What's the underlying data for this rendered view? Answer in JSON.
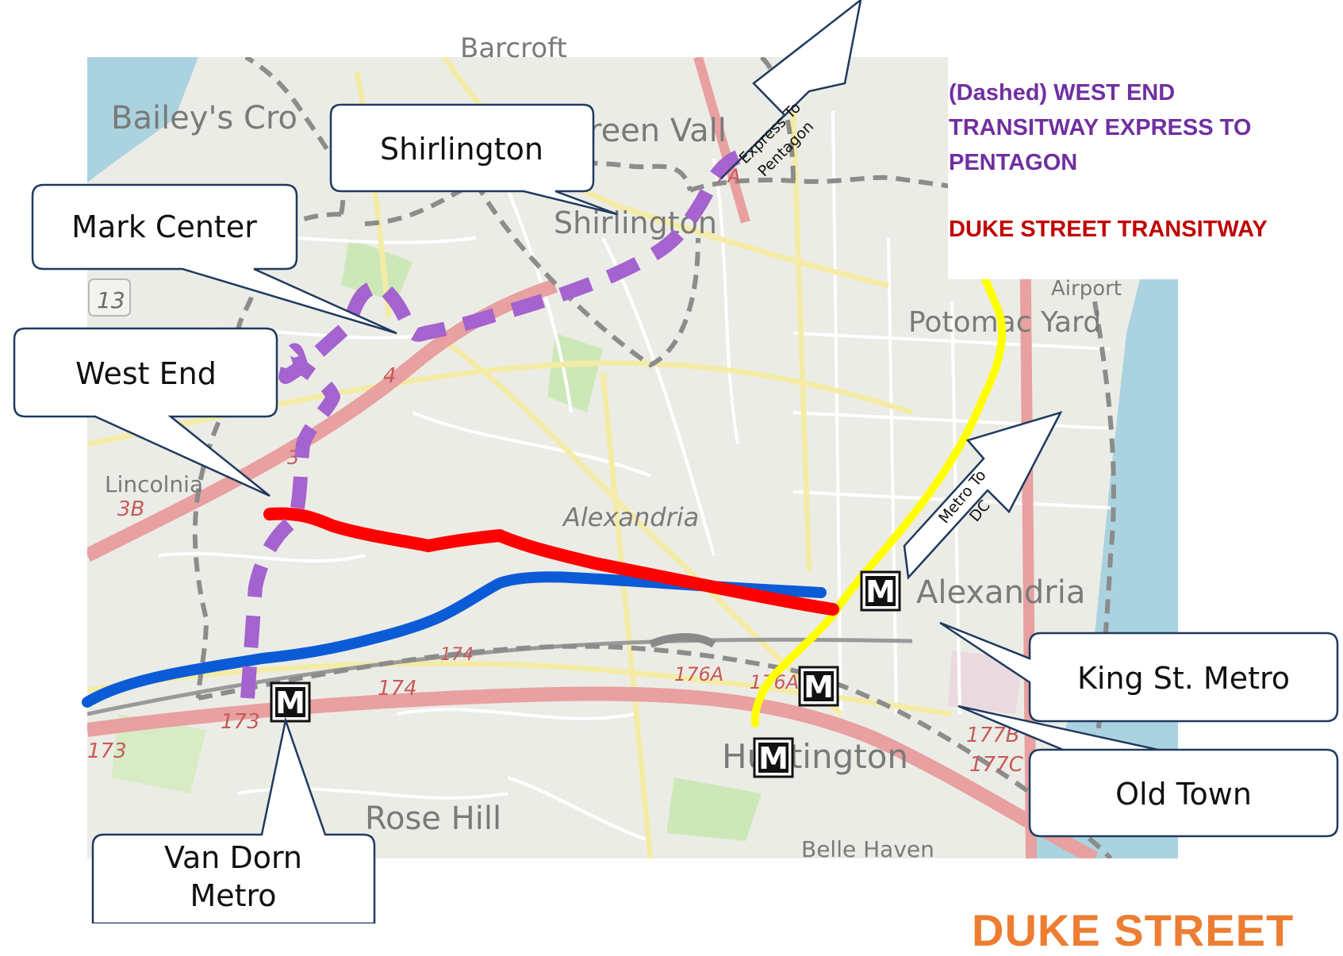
{
  "map": {
    "place_labels": [
      {
        "id": "baileys",
        "text": "Bailey's Cro"
      },
      {
        "id": "greenvalley",
        "text": "reen Vall"
      },
      {
        "id": "barcroft",
        "text": "Barcroft"
      },
      {
        "id": "shirlington",
        "text": "Shirlington"
      },
      {
        "id": "lincolnia",
        "text": "Lincolnia"
      },
      {
        "id": "alexandria",
        "text": "Alexandria"
      },
      {
        "id": "alexandria_east",
        "text": "Alexandria"
      },
      {
        "id": "potomac_yard",
        "text": "Potomac Yard"
      },
      {
        "id": "airport",
        "text": "Airport"
      },
      {
        "id": "huntington",
        "text": "Huntington"
      },
      {
        "id": "rose_hill",
        "text": "Rose Hill"
      },
      {
        "id": "belle_haven",
        "text": "Belle Haven"
      }
    ],
    "road_labels": [
      {
        "id": "r_3b",
        "text": "3B"
      },
      {
        "id": "r_4",
        "text": "4"
      },
      {
        "id": "r_3",
        "text": "3"
      },
      {
        "id": "r_7a",
        "text": "7A"
      },
      {
        "id": "r_13",
        "text": "13"
      },
      {
        "id": "r_173a",
        "text": "173"
      },
      {
        "id": "r_173b",
        "text": "173"
      },
      {
        "id": "r_174a",
        "text": "174"
      },
      {
        "id": "r_174b",
        "text": "174"
      },
      {
        "id": "r_176a",
        "text": "176A"
      },
      {
        "id": "r_176b",
        "text": "176A"
      },
      {
        "id": "r_177b",
        "text": "177B"
      },
      {
        "id": "r_177c",
        "text": "177C"
      }
    ],
    "metro_symbol": "M"
  },
  "callouts": {
    "shirlington": "Shirlington",
    "mark_center": "Mark Center",
    "west_end": "West End",
    "king_st": "King St. Metro",
    "old_town": "Old Town",
    "van_dorn_1": "Van Dorn",
    "van_dorn_2": "Metro"
  },
  "arrows": {
    "express_1": "Express To",
    "express_2": "Pentagon",
    "metro_1": "Metro To",
    "metro_2": "DC"
  },
  "legend": {
    "purple_text": "(Dashed) WEST END TRANSITWAY EXPRESS TO PENTAGON",
    "red_text": "DUKE STREET TRANSITWAY"
  },
  "footer_text": "DUKE STREET",
  "colors": {
    "express_route": "#a463cf",
    "duke_street_route": "#ff0000",
    "blue_line": "#0b5bd6",
    "yellow_line": "#ffff00",
    "legend_purple": "#7030a0",
    "legend_red": "#c00000",
    "footer_orange": "#ed7d31"
  }
}
